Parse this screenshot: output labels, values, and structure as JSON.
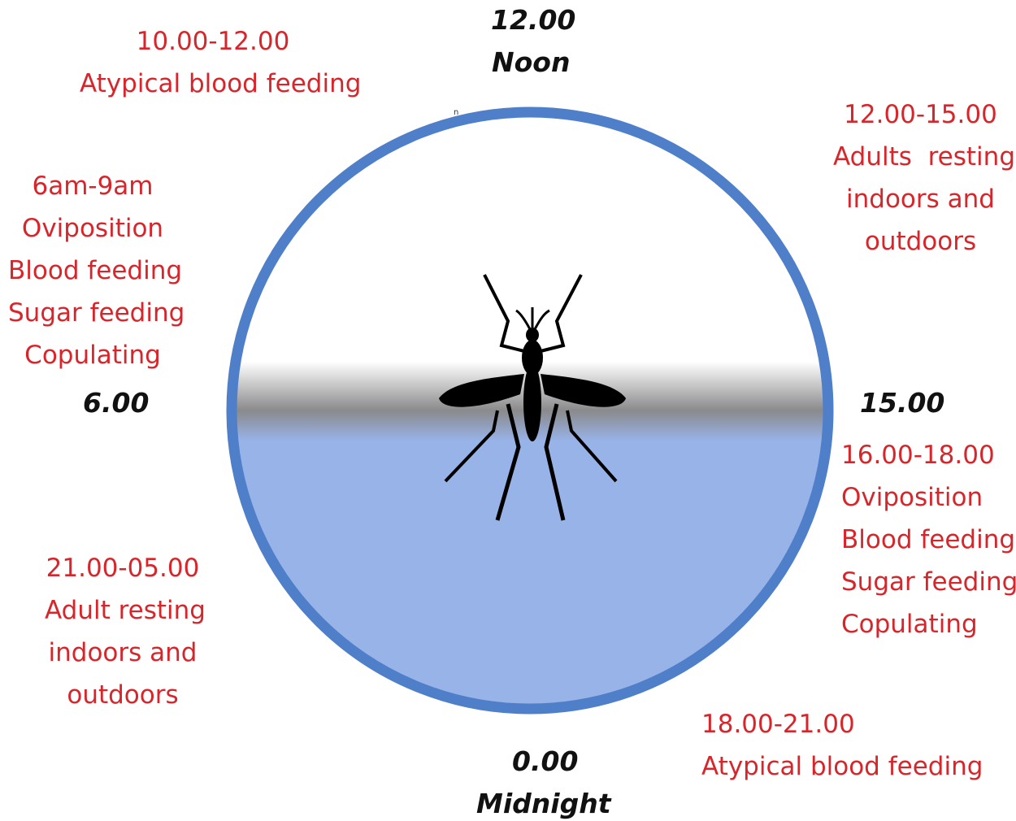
{
  "colors": {
    "activity_text": "#d7262b",
    "time_text": "#111111",
    "ring": "#4f7fc9",
    "night": "#98b3e8",
    "insect": "#000000"
  },
  "time_labels": {
    "noon_time": "12.00",
    "noon_caption": "Noon",
    "midnight_time": "0.00",
    "midnight_caption": "Midnight",
    "six": "6.00",
    "fifteen": "15.00"
  },
  "ring_mark": "n",
  "activities": {
    "top_left": [
      "10.00-12.00",
      "Atypical blood feeding"
    ],
    "left_morning": [
      "6am-9am",
      "Oviposition",
      "Blood feeding",
      "Sugar feeding",
      "Copulating"
    ],
    "top_right": [
      "12.00-15.00",
      "Adults  resting",
      "indoors and",
      "outdoors"
    ],
    "right_evening": [
      "16.00-18.00",
      "Oviposition",
      "Blood feeding",
      "Sugar feeding",
      "Copulating"
    ],
    "bottom_left": [
      "21.00-05.00",
      "Adult resting",
      "indoors and",
      "outdoors"
    ],
    "bottom_right": [
      "18.00-21.00",
      "Atypical blood feeding"
    ]
  },
  "icons": {
    "center": "mosquito-icon"
  }
}
